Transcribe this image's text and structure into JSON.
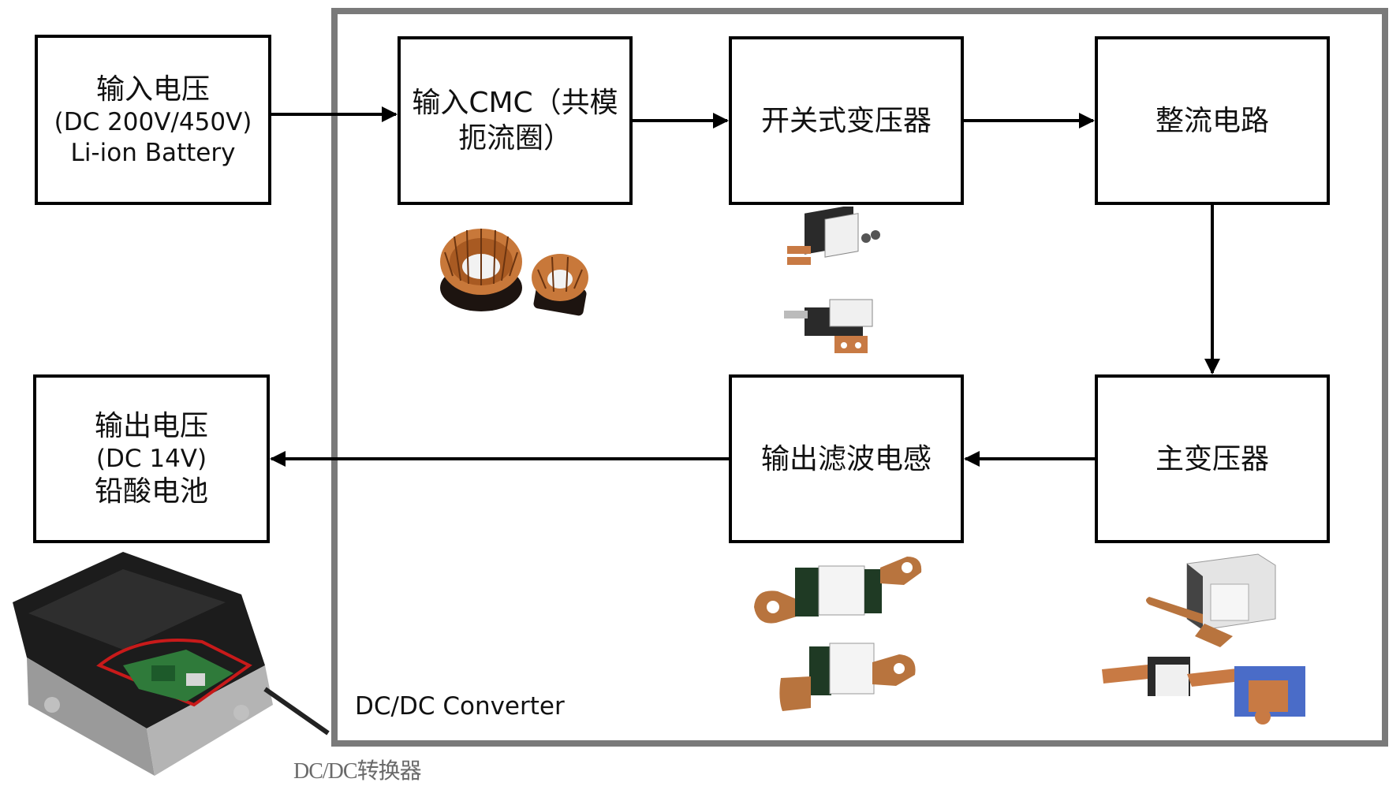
{
  "diagram": {
    "boundary_label": "DC/DC Converter",
    "photo_caption": "DC/DC转换器",
    "nodes": {
      "input": {
        "lines": [
          "输入电压",
          "(DC 200V/450V)",
          "Li-ion Battery"
        ]
      },
      "cmc": {
        "lines": [
          "输入CMC（共模",
          "扼流圈）"
        ]
      },
      "switch_transformer": {
        "lines": [
          "开关式变压器"
        ]
      },
      "rectifier": {
        "lines": [
          "整流电路"
        ]
      },
      "main_transformer": {
        "lines": [
          "主变压器"
        ]
      },
      "output_inductor": {
        "lines": [
          "输出滤波电感"
        ]
      },
      "output": {
        "lines": [
          "输出电压",
          "(DC 14V)",
          "铅酸电池"
        ]
      }
    },
    "edges": [
      {
        "from": "input",
        "to": "cmc"
      },
      {
        "from": "cmc",
        "to": "switch_transformer"
      },
      {
        "from": "switch_transformer",
        "to": "rectifier"
      },
      {
        "from": "rectifier",
        "to": "main_transformer"
      },
      {
        "from": "main_transformer",
        "to": "output_inductor"
      },
      {
        "from": "output_inductor",
        "to": "output"
      }
    ],
    "component_images": [
      {
        "name": "toroidal-choke-image"
      },
      {
        "name": "switching-transformer-image"
      },
      {
        "name": "output-inductor-image"
      },
      {
        "name": "main-transformer-image"
      },
      {
        "name": "dcdc-converter-unit-image"
      }
    ]
  }
}
